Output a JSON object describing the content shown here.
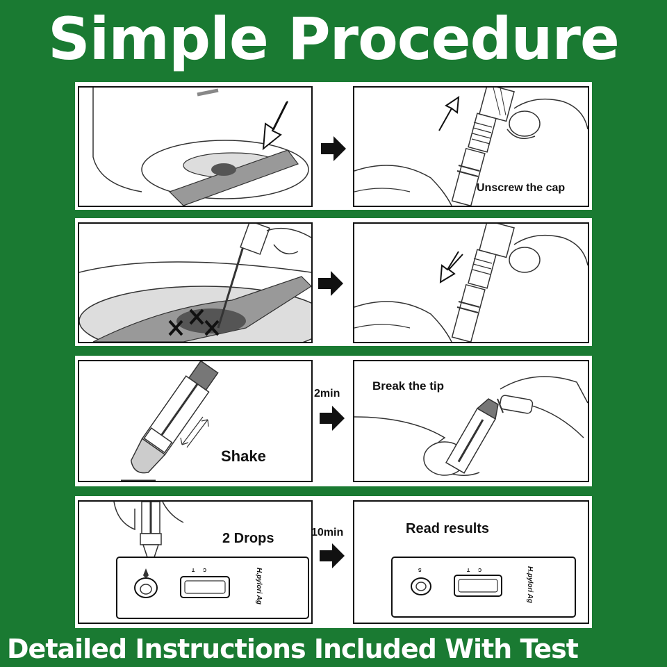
{
  "title": "Simple Procedure",
  "footer": "Detailed Instructions Included With Test",
  "steps": {
    "unscrew": "Unscrew the cap",
    "shake": "Shake",
    "break_tip": "Break the tip",
    "two_drops": "2 Drops",
    "read_results": "Read results"
  },
  "timers": {
    "row3": "2min",
    "row4": "10min"
  },
  "cassette": {
    "t_mark": "T",
    "c_mark": "C",
    "s_mark": "S",
    "product_label": "H.pylori Ag"
  }
}
